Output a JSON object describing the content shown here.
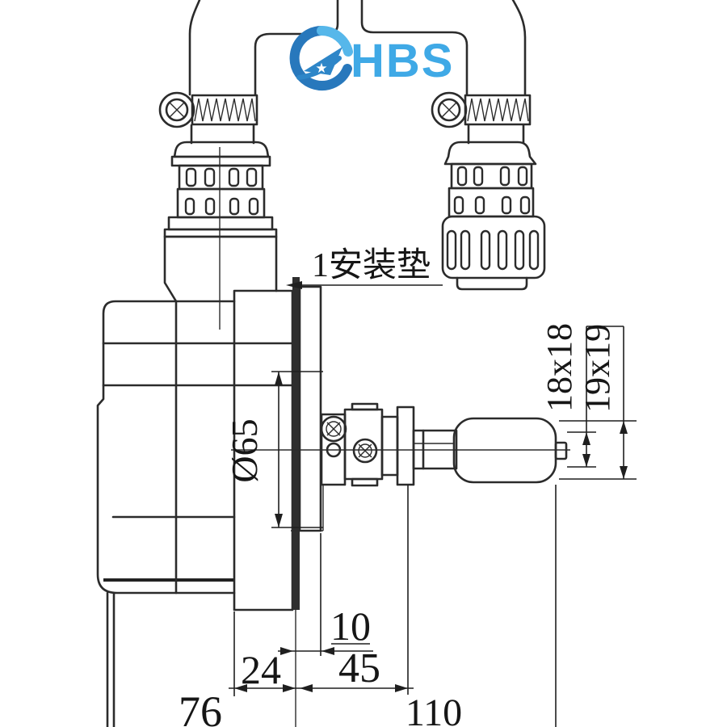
{
  "logo": {
    "text": "HBS",
    "brand_blue": "#3fa9e6",
    "swirl_dark_blue": "#2878bc",
    "swirl_light_blue": "#56b7ea"
  },
  "annotation": {
    "mounting_pad_label": "1安装垫"
  },
  "dimensions": {
    "flange_spigot_diameter": "Ø65",
    "shaft_square": "18x18",
    "coupler_square": "19x19",
    "pad_to_bracket_face": "10",
    "flange_thickness": "24",
    "bracket_to_shaft_end": "45",
    "pump_body_width": "76",
    "overall_right_width": "110"
  },
  "drawing": {
    "line_color": "#2b2b2b",
    "background": "#ffffff"
  }
}
